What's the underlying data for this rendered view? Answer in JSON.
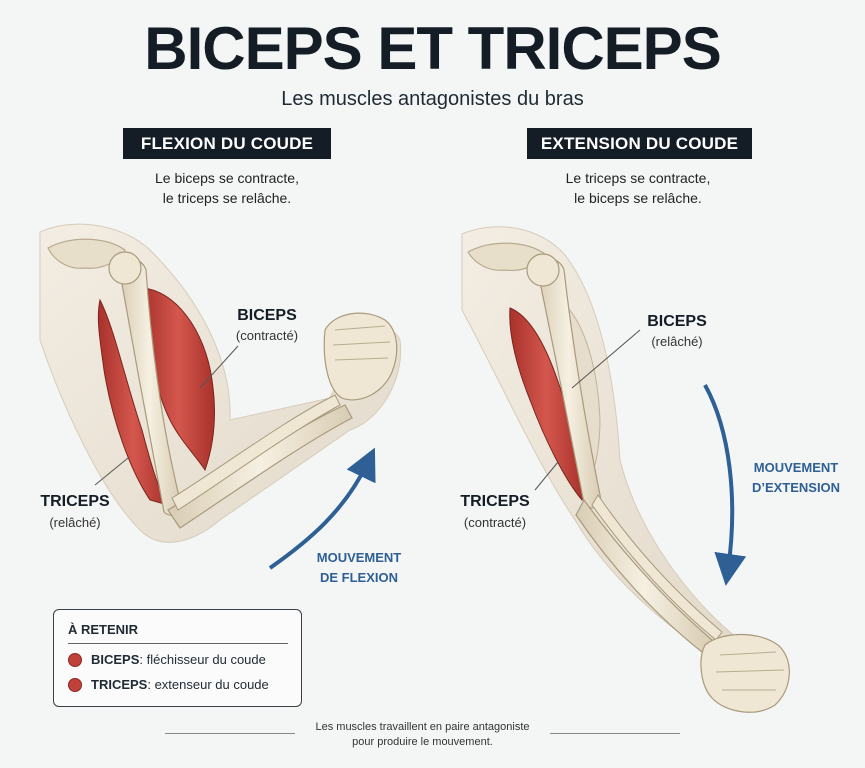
{
  "title": "BICEPS ET TRICEPS",
  "subtitle": "Les muscles antagonistes du bras",
  "panels": [
    {
      "label": "FLEXION DU COUDE",
      "desc_line1": "Le biceps se contracte,",
      "desc_line2": "le triceps se relâche.",
      "biceps_label": "BICEPS",
      "biceps_state": "(contracté)",
      "triceps_label": "TRICEPS",
      "triceps_state": "(relâché)",
      "movement_line1": "MOUVEMENT",
      "movement_line2": "DE FLEXION"
    },
    {
      "label": "EXTENSION DU COUDE",
      "desc_line1": "Le triceps se contracte,",
      "desc_line2": "le biceps se relâche.",
      "biceps_label": "BICEPS",
      "biceps_state": "(relâché)",
      "triceps_label": "TRICEPS",
      "triceps_state": "(contracté)",
      "movement_line1": "MOUVEMENT",
      "movement_line2": "D’EXTENSION"
    }
  ],
  "retenir": {
    "title": "À RETENIR",
    "items": [
      {
        "name": "BICEPS",
        "text": " : fléchisseur du coude"
      },
      {
        "name": "TRICEPS",
        "text": " : extenseur du coude"
      }
    ]
  },
  "footer": {
    "line1": "Les muscles travaillent en paire antagoniste",
    "line2": "pour produire le mouvement."
  },
  "colors": {
    "dark": "#141c26",
    "muscle": "#c0413a",
    "bone": "#ece3cf",
    "arrow": "#2e5f95"
  }
}
